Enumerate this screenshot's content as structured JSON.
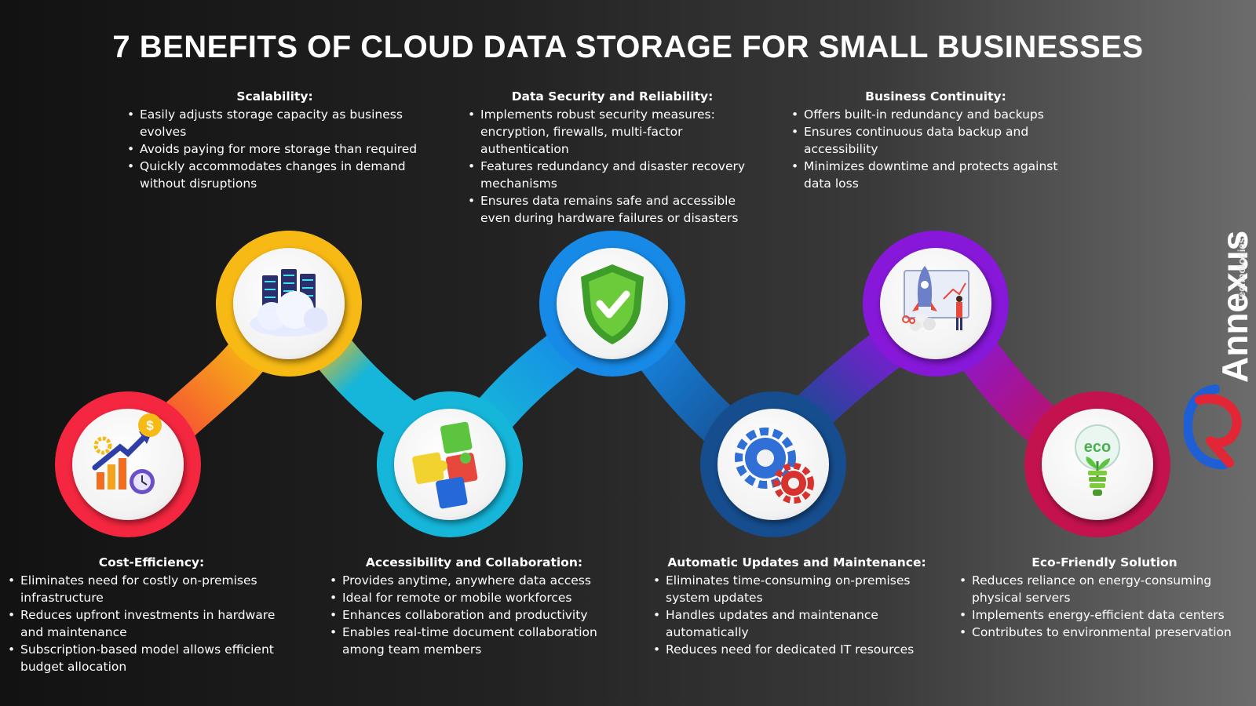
{
  "title": "7 BENEFITS OF CLOUD DATA STORAGE FOR SMALL BUSINESSES",
  "brand": {
    "name": "Annexus",
    "tagline": "Technologies"
  },
  "colors": {
    "red": "#f5263f",
    "yellow": "#f7b914",
    "cyan": "#15b6d9",
    "blue": "#1789e6",
    "navy": "#154d8e",
    "purple": "#8717d9",
    "crimson": "#c4124f"
  },
  "benefits": [
    {
      "title": "Cost-Efficiency:",
      "icon": "growth-chart-icon",
      "items": [
        "Eliminates need for costly on-premises infrastructure",
        "Reduces upfront investments in hardware and maintenance",
        "Subscription-based model allows efficient budget allocation"
      ]
    },
    {
      "title": "Scalability:",
      "icon": "cloud-server-icon",
      "items": [
        "Easily adjusts storage capacity as business evolves",
        "Avoids paying for more storage than required",
        "Quickly accommodates changes in demand without disruptions"
      ]
    },
    {
      "title": "Accessibility and Collaboration:",
      "icon": "puzzle-icon",
      "items": [
        "Provides anytime, anywhere data access",
        "Ideal for remote or mobile workforces",
        "Enhances collaboration and productivity",
        "Enables real-time document collaboration among team members"
      ]
    },
    {
      "title": "Data Security and Reliability:",
      "icon": "shield-check-icon",
      "items": [
        "Implements robust security measures: encryption, firewalls, multi-factor authentication",
        "Features redundancy and disaster recovery mechanisms",
        "Ensures data remains safe and accessible even during hardware failures or disasters"
      ]
    },
    {
      "title": "Automatic Updates and Maintenance:",
      "icon": "gears-icon",
      "items": [
        "Eliminates time-consuming on-premises system updates",
        "Handles updates and maintenance automatically",
        "Reduces need for dedicated IT resources"
      ]
    },
    {
      "title": "Business Continuity:",
      "icon": "rocket-launch-icon",
      "items": [
        "Offers built-in redundancy and backups",
        "Ensures continuous data backup and accessibility",
        "Minimizes downtime and protects against data loss"
      ]
    },
    {
      "title": "Eco-Friendly Solution",
      "icon": "eco-bulb-icon",
      "items": [
        "Reduces reliance on energy-consuming physical servers",
        "Implements energy-efficient data centers",
        "Contributes to environmental preservation"
      ]
    }
  ]
}
